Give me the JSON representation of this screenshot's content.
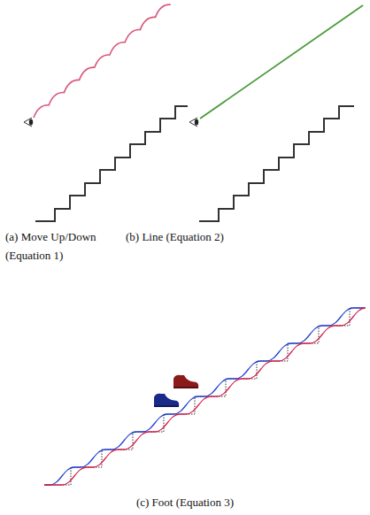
{
  "diagram": {
    "labels": [
      "(a) Move Up/Down (Equation 1)",
      "(b) Line (Equation 2)",
      "(c) Foot (Equation 3)"
    ]
  }
}
